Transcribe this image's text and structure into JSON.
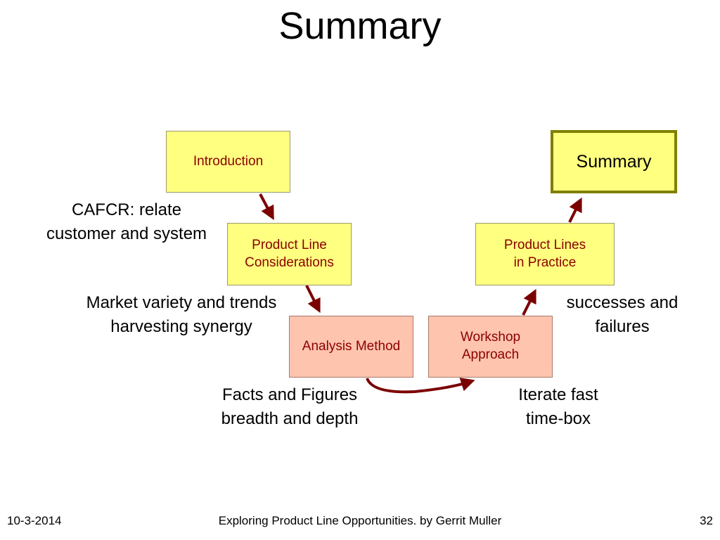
{
  "title": "Summary",
  "nodes": {
    "introduction": "Introduction",
    "product_line_considerations": "Product Line\nConsiderations",
    "analysis_method": "Analysis Method",
    "workshop_approach": "Workshop\nApproach",
    "product_lines_in_practice": "Product Lines\nin Practice",
    "summary": "Summary"
  },
  "annotations": {
    "cafcr": "CAFCR: relate\ncustomer and system",
    "market": "Market variety and trends\nharvesting synergy",
    "facts": "Facts and Figures\nbreadth and depth",
    "iterate": "Iterate fast\ntime-box",
    "successes": "successes and\nfailures"
  },
  "footer": {
    "date": "10-3-2014",
    "center": "Exploring Product Line Opportunities. by Gerrit Muller",
    "page": "32"
  },
  "colors": {
    "yellow_box": "#ffff80",
    "salmon_box": "#ffc4ae",
    "highlight_border": "#808000",
    "box_text": "#8b0000",
    "arrow": "#7b0000"
  }
}
